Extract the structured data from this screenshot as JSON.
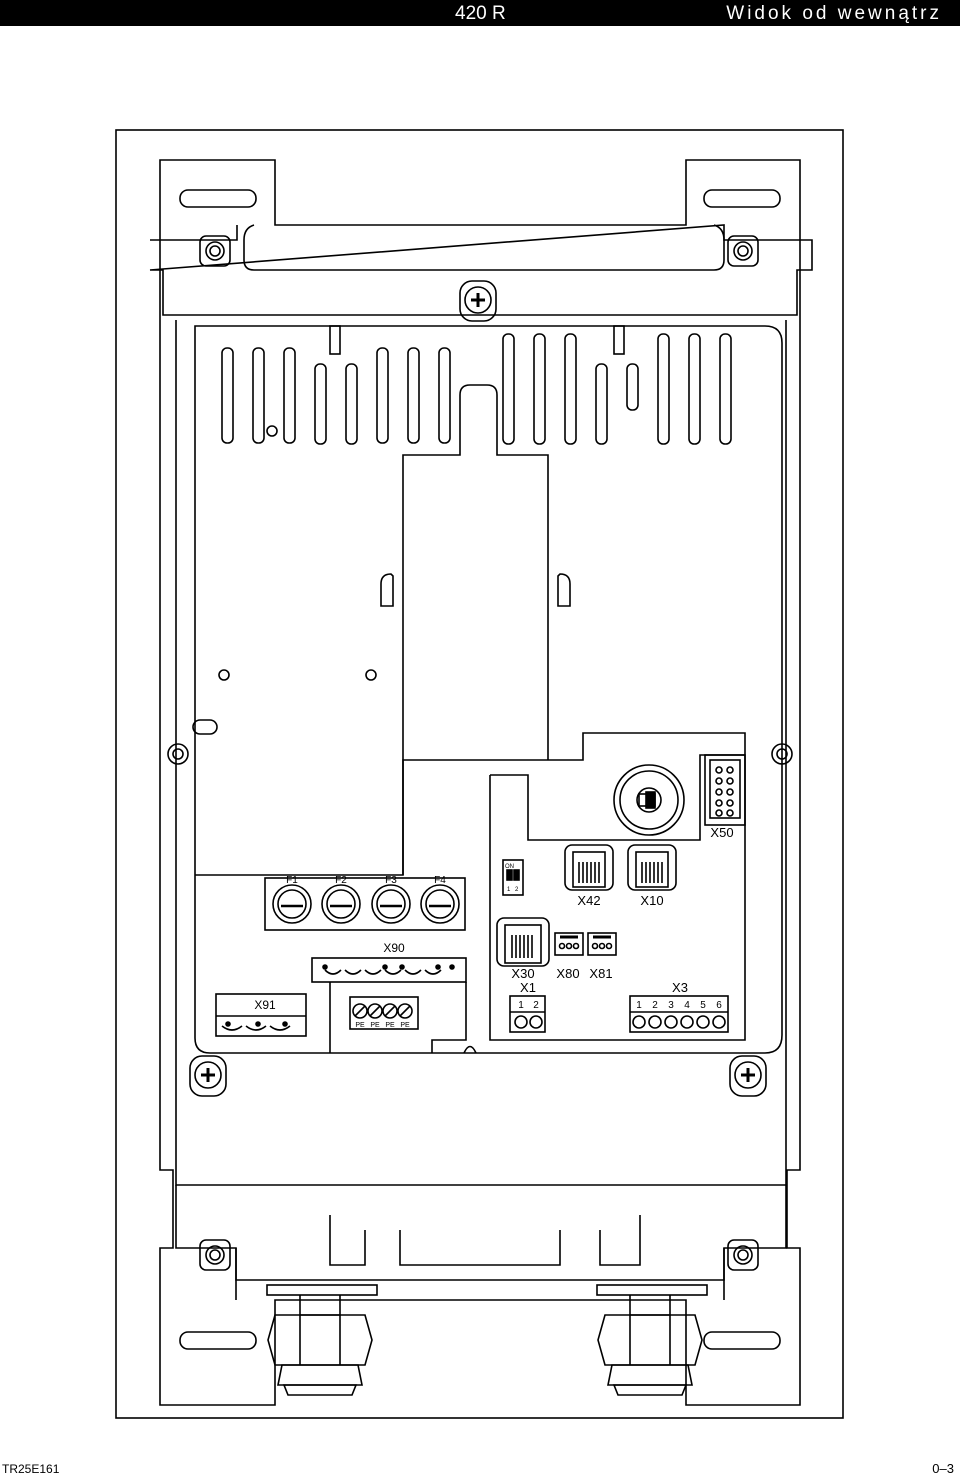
{
  "header": {
    "model": "420 R",
    "title": "Widok od wewnątrz"
  },
  "footer": {
    "code": "TR25E161",
    "page": "0–3"
  },
  "labels": {
    "fuse1": "F1",
    "fuse2": "F2",
    "fuse3": "F3",
    "fuse4": "F4",
    "x90": "X90",
    "x91": "X91",
    "pe": "PE",
    "dip_on": "ON",
    "dip_1": "1",
    "dip_2": "2",
    "x42": "X42",
    "x10": "X10",
    "x50": "X50",
    "x30": "X30",
    "x80": "X80",
    "x81": "X81",
    "x1": "X1",
    "x3": "X3",
    "x1_pins": [
      "1",
      "2"
    ],
    "x3_pins": [
      "1",
      "2",
      "3",
      "4",
      "5",
      "6"
    ]
  }
}
